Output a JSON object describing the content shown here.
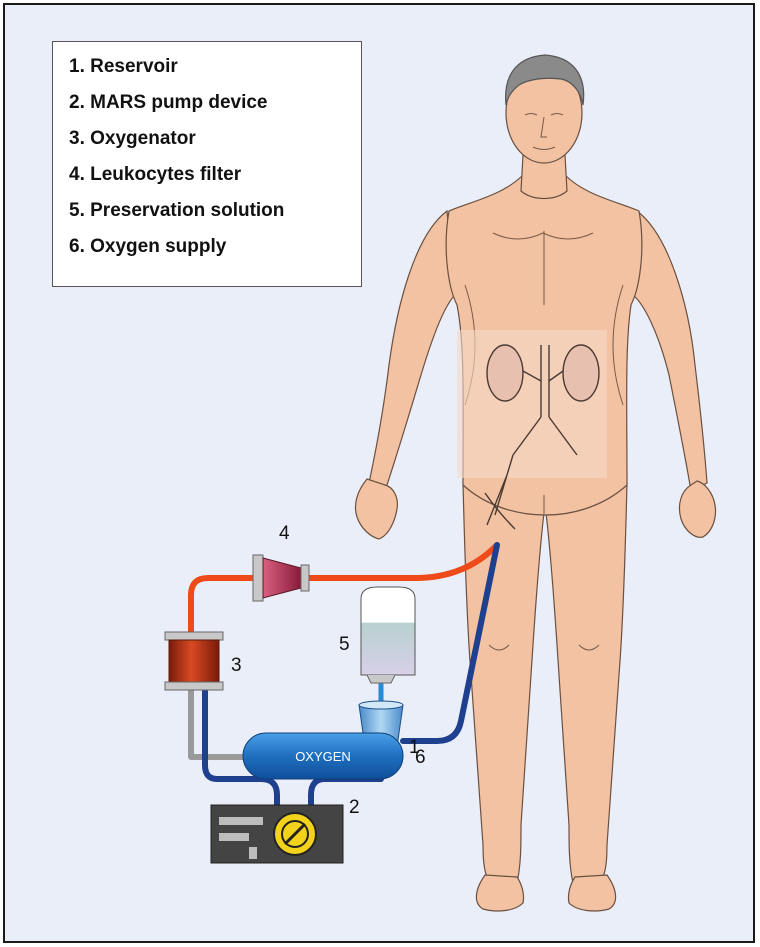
{
  "legend": {
    "items": [
      "1. Reservoir",
      "2. MARS pump device",
      "3. Oxygenator",
      "4. Leukocytes filter",
      "5. Preservation solution",
      "6. Oxygen supply"
    ]
  },
  "labels": {
    "reservoir": "1",
    "pump": "2",
    "oxygenator": "3",
    "filter": "4",
    "solution": "5",
    "oxygen": "6"
  },
  "oxygen_tank_text": "OXYGEN",
  "colors": {
    "background": "#eaeef8",
    "skin": "#f2c2a2",
    "arterial_tube": "#ee4a1a",
    "venous_tube": "#1f3f8f",
    "gas_tube": "#9a9a9a",
    "oxygenator": "#b8301a",
    "filter": "#c03a5a",
    "pump_body": "#444444",
    "pump_rotor": "#f2d21a",
    "oxygen_tank": "#1f6fc0",
    "reservoir": "#88b8e0"
  }
}
